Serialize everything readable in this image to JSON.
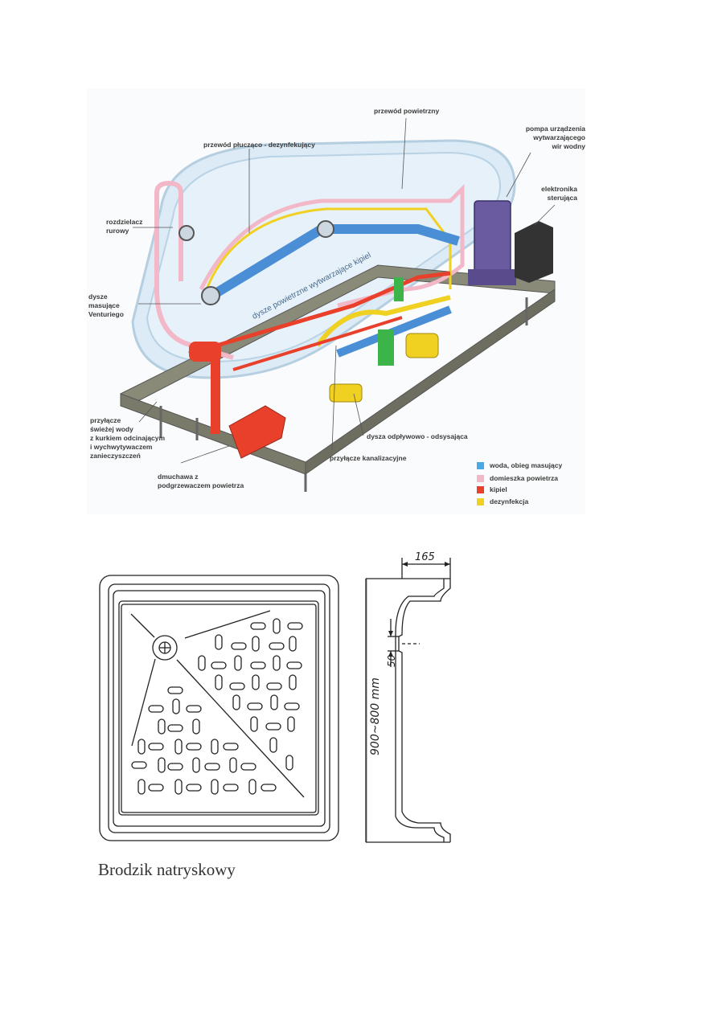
{
  "bathtub": {
    "labels": {
      "air_line": "przewód powietrzny",
      "rinse_line": "przewód płucząco - dezynfekujący",
      "pump": "pompa urządzenia\nwytwarzającego\nwir wodny",
      "electronics": "elektronika\nsterująca",
      "manifold": "rozdzielacz\nrurowy",
      "venturi": "dysze\nmasujące\nVenturiego",
      "air_jets": "dysze powietrzne wytwarzające kipiel",
      "fresh_water": "przyłącze\nświeżej wody\nz kurkiem odcinającym\ni wychwytywaczem\nzanieczyszczeń",
      "blower": "dmuchawa z\npodgrzewaczem powietrza",
      "drain_connection": "przyłącze kanalizacyjne",
      "outflow_nozzle": "dysza odpływowo - odsysająca"
    },
    "legend": [
      {
        "label": "woda, obieg masujący",
        "color": "#4aa8e6"
      },
      {
        "label": "domieszka powietrza",
        "color": "#f2b8c8"
      },
      {
        "label": "kipiel",
        "color": "#e8402a"
      },
      {
        "label": "dezynfekcja",
        "color": "#f0d020"
      }
    ]
  },
  "tray": {
    "dim_height": "165",
    "dim_drain": "50",
    "dim_size": "900~800 mm",
    "caption": "Brodzik natryskowy"
  }
}
